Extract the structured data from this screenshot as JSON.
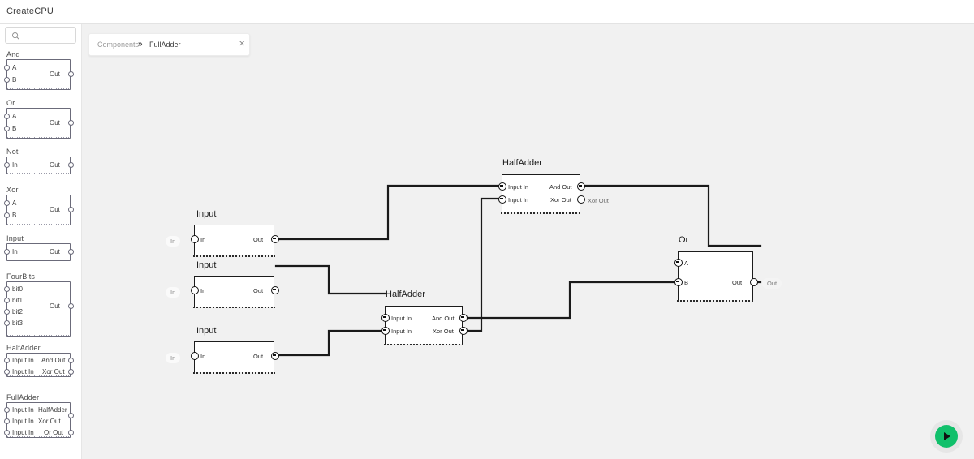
{
  "app": {
    "title": "CreateCPU"
  },
  "search": {
    "placeholder": "",
    "value": "",
    "icon": "search-icon"
  },
  "tab": {
    "breadcrumb_root": "Components",
    "separator": "»",
    "name": "FullAdder",
    "close_label": "✕"
  },
  "library": [
    {
      "name": "And",
      "inputs": [
        "A",
        "B"
      ],
      "outputs": [
        "Out"
      ]
    },
    {
      "name": "Or",
      "inputs": [
        "A",
        "B"
      ],
      "outputs": [
        "Out"
      ]
    },
    {
      "name": "Not",
      "inputs": [
        "In"
      ],
      "outputs": [
        "Out"
      ]
    },
    {
      "name": "Xor",
      "inputs": [
        "A",
        "B"
      ],
      "outputs": [
        "Out"
      ]
    },
    {
      "name": "Input",
      "inputs": [
        "In"
      ],
      "outputs": [
        "Out"
      ]
    },
    {
      "name": "FourBits",
      "inputs": [
        "bit0",
        "bit1",
        "bit2",
        "bit3"
      ],
      "outputs": [
        "Out"
      ]
    },
    {
      "name": "HalfAdder",
      "inputs": [
        "Input In",
        "Input In"
      ],
      "outputs": [
        "And Out",
        "Xor Out"
      ]
    },
    {
      "name": "FullAdder",
      "inputs": [
        "Input In",
        "Input In",
        "Input In"
      ],
      "outputs": [
        "HalfAdder",
        "Xor Out",
        "Or Out"
      ]
    }
  ],
  "canvas": {
    "nodes": [
      {
        "id": "input1",
        "title": "Input",
        "in_chip": "In",
        "inputs": [
          "In"
        ],
        "outputs": [
          "Out"
        ]
      },
      {
        "id": "input2",
        "title": "Input",
        "in_chip": "In",
        "inputs": [
          "In"
        ],
        "outputs": [
          "Out"
        ]
      },
      {
        "id": "input3",
        "title": "Input",
        "in_chip": "In",
        "inputs": [
          "In"
        ],
        "outputs": [
          "Out"
        ]
      },
      {
        "id": "halfadder1",
        "title": "HalfAdder",
        "inputs": [
          "Input In",
          "Input In"
        ],
        "outputs": [
          "And Out",
          "Xor Out"
        ],
        "out_label": "Xor Out"
      },
      {
        "id": "halfadder2",
        "title": "HalfAdder",
        "inputs": [
          "Input In",
          "Input In"
        ],
        "outputs": [
          "And Out",
          "Xor Out"
        ]
      },
      {
        "id": "or1",
        "title": "Or",
        "inputs": [
          "A",
          "B"
        ],
        "outputs": [
          "Out"
        ],
        "out_chip": "Out"
      }
    ]
  },
  "run_button": {
    "label": "run-button",
    "color": "#11c06b"
  },
  "colors": {
    "canvas_bg": "#f1f1f1",
    "panel_bg": "#ffffff",
    "wire": "#1a1a1a",
    "accent_green": "#11c06b",
    "node_border": "#1c1c1c",
    "lib_border": "#6b6b7a"
  }
}
